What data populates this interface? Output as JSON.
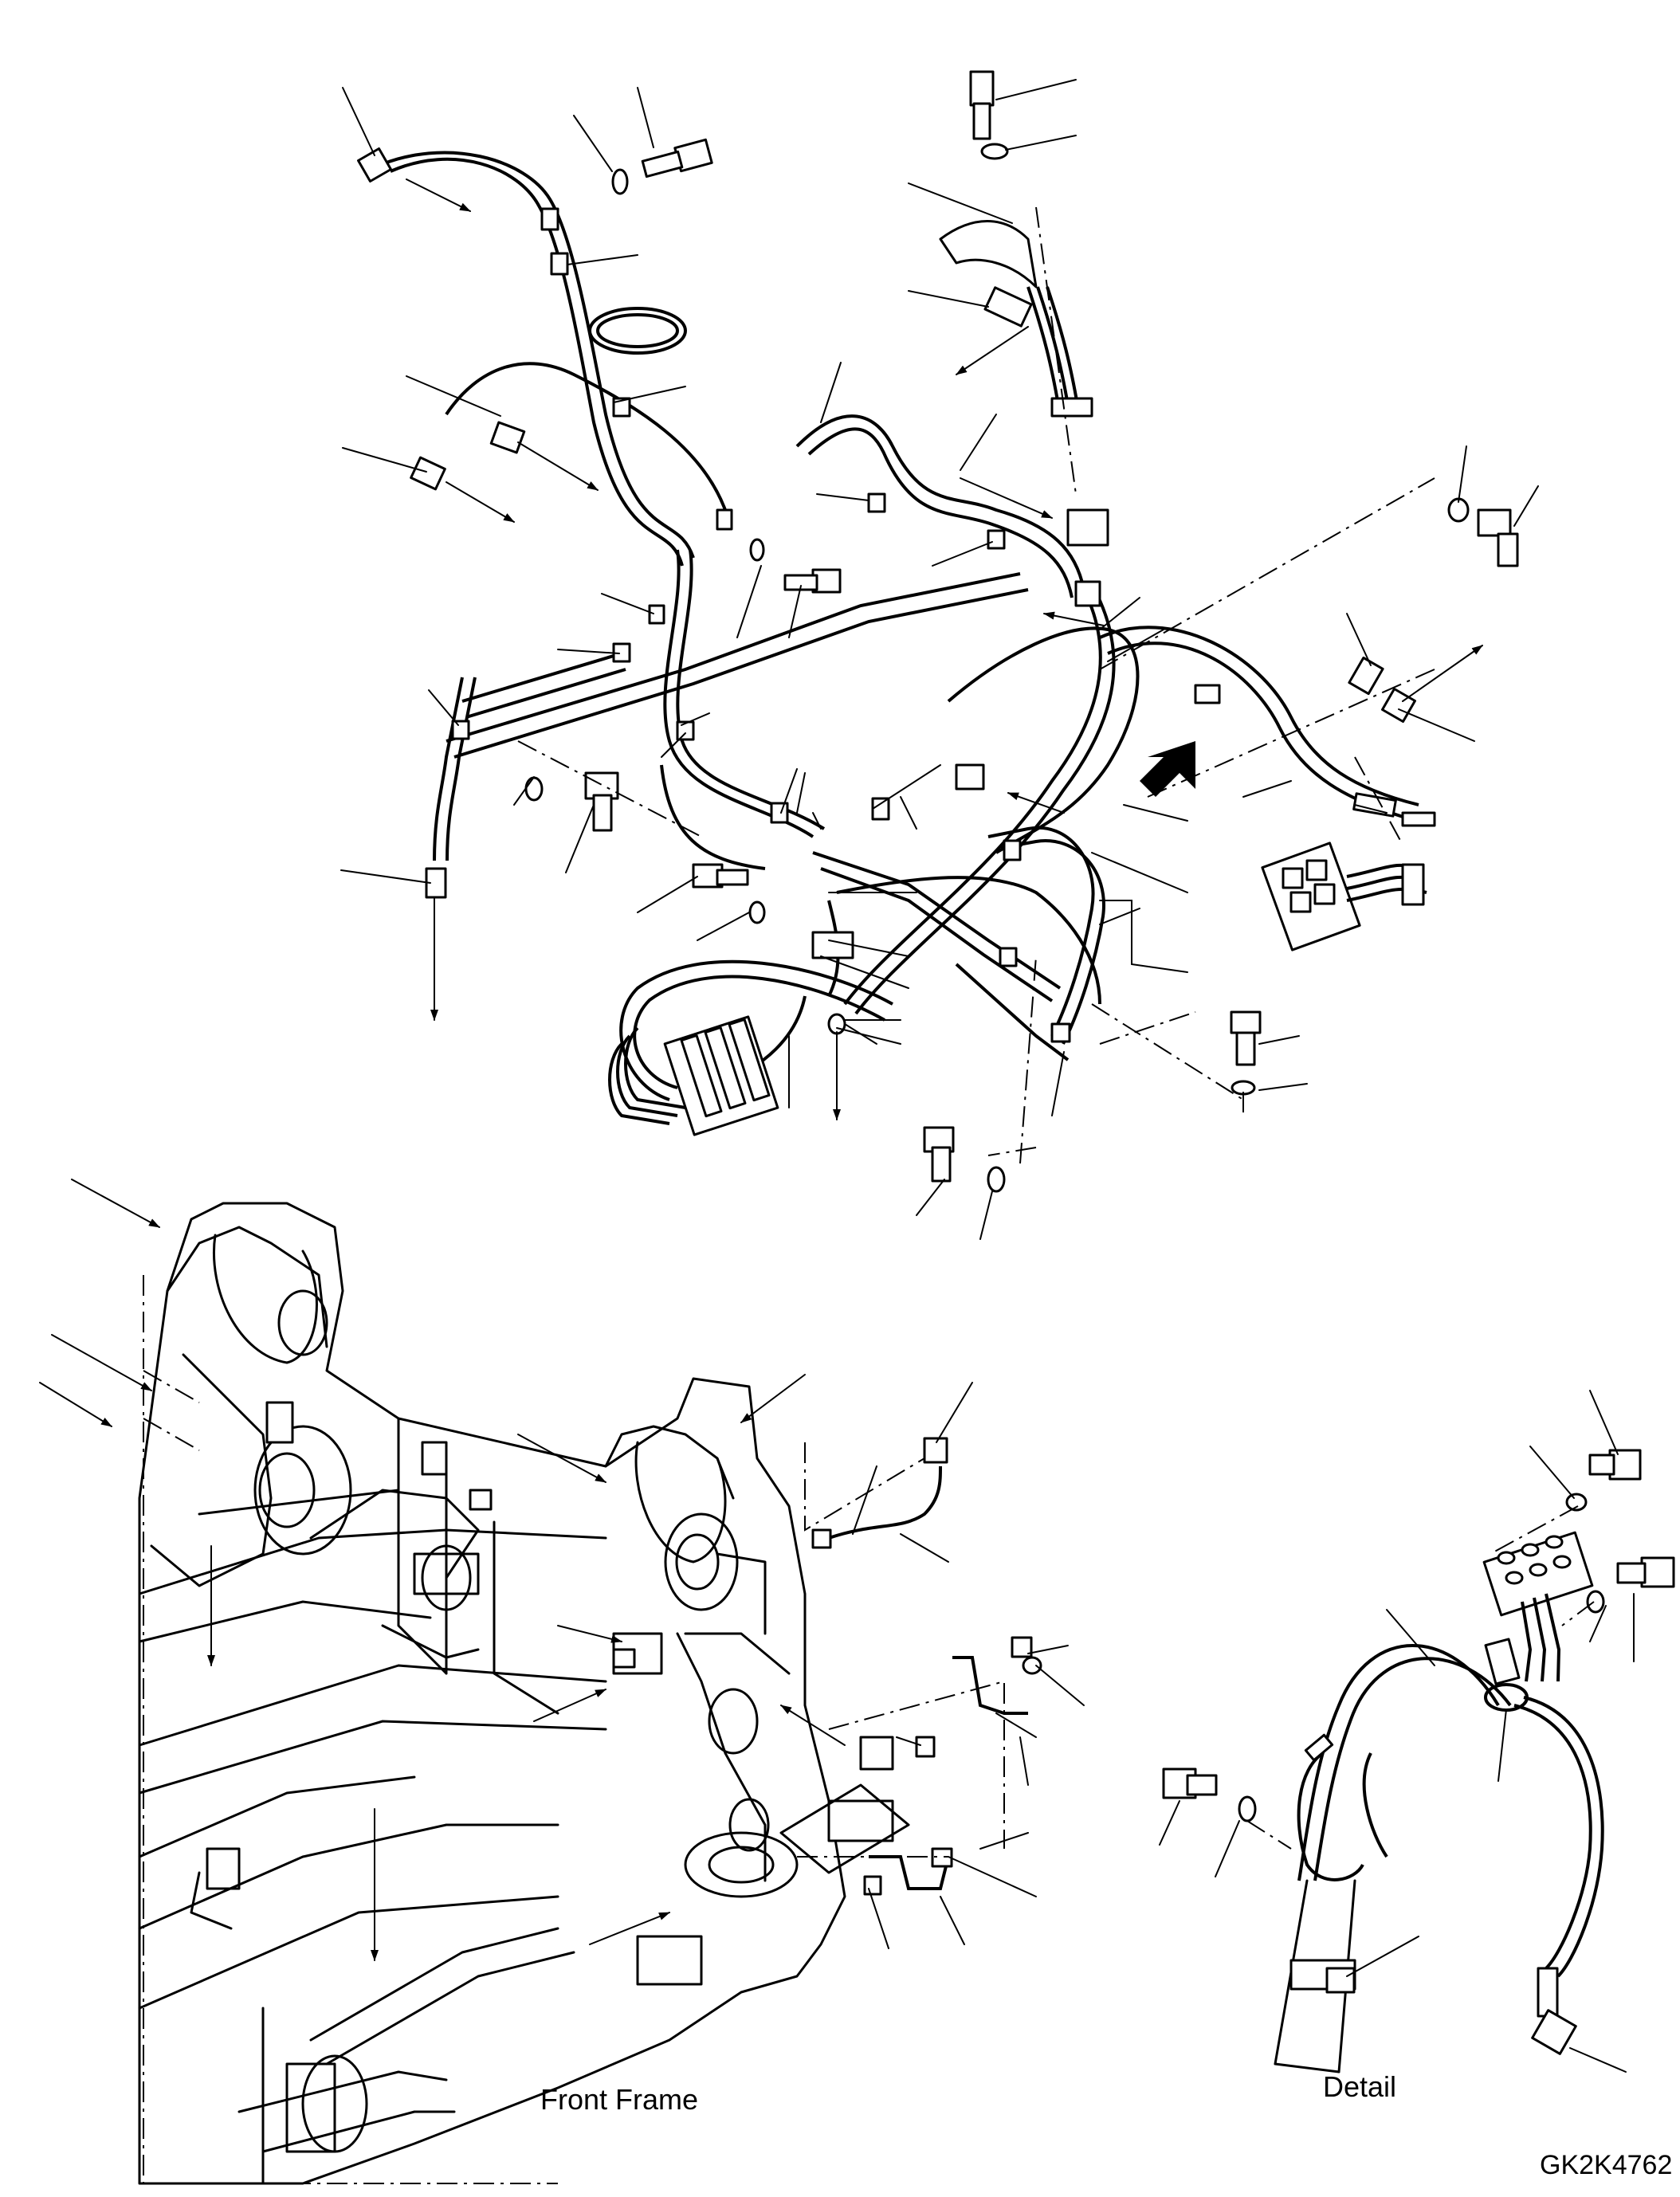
{
  "labels": {
    "front_frame": "Front Frame",
    "detail": "Detail",
    "drawing_number": "GK2K4762"
  }
}
